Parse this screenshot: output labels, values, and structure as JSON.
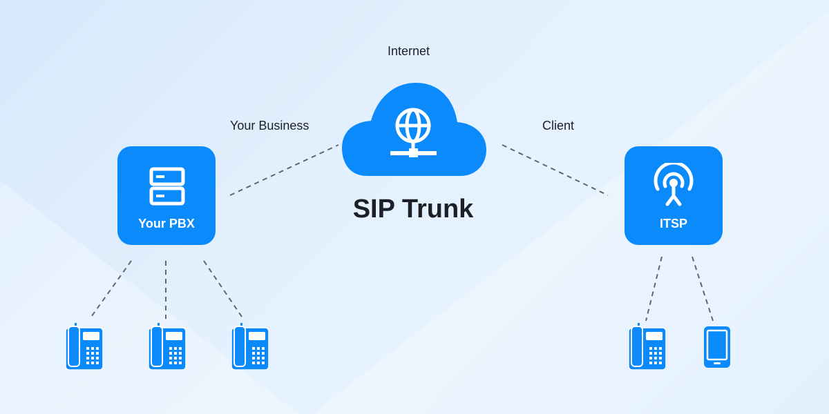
{
  "labels": {
    "internet": "Internet",
    "your_business": "Your Business",
    "client": "Client",
    "title": "SIP Trunk"
  },
  "nodes": {
    "pbx": {
      "label": "Your PBX",
      "icon": "server-icon"
    },
    "itsp": {
      "label": "ITSP",
      "icon": "antenna-icon"
    },
    "cloud": {
      "icon": "globe-network-icon"
    }
  },
  "colors": {
    "accent": "#0b8afc",
    "background": "#e0effd",
    "text": "#1c1f26",
    "dash": "#6b7280"
  }
}
